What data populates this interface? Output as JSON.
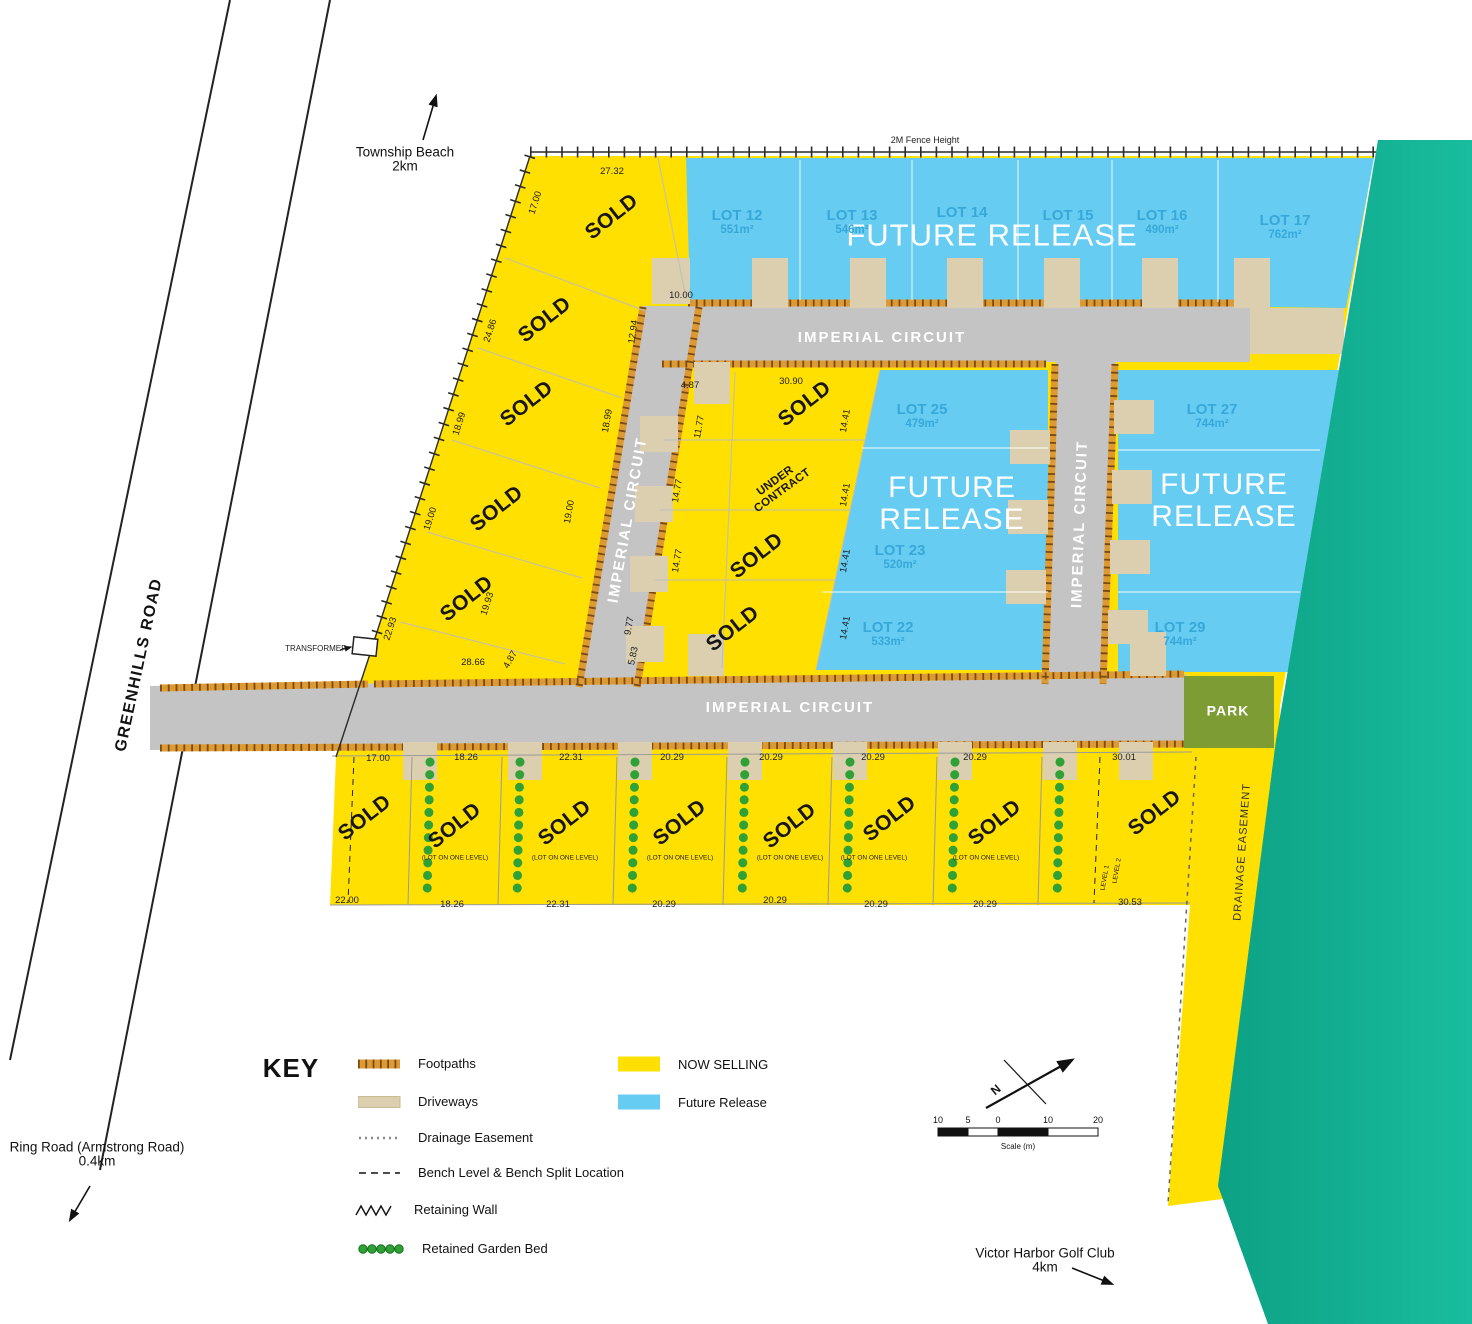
{
  "streets": {
    "imperial_circuit": "IMPERIAL CIRCUIT",
    "greenhills_road": "GREENHILLS ROAD"
  },
  "landmarks": {
    "township_beach": "Township Beach",
    "township_beach_distance": "2km",
    "ring_road": "Ring Road (Armstrong Road)",
    "ring_road_distance": "0.4km",
    "golf_club": "Victor Harbor Golf Club",
    "golf_club_distance": "4km",
    "park": "PARK"
  },
  "notes": {
    "fence": "2M Fence Height",
    "transformer": "TRANSFORMER",
    "drainage_easement": "DRAINAGE EASEMENT",
    "level_1": "LEVEL 1",
    "level_2": "LEVEL 2"
  },
  "status": {
    "sold": "SOLD",
    "under_contract_line1": "UNDER",
    "under_contract_line2": "CONTRACT",
    "future_release": "FUTURE RELEASE",
    "future": "FUTURE",
    "release": "RELEASE",
    "lot_on_one_level": "(LOT ON ONE LEVEL)"
  },
  "lots": [
    {
      "name": "LOT 12",
      "area": "551m²"
    },
    {
      "name": "LOT 13",
      "area": "546m²"
    },
    {
      "name": "LOT 14",
      "area": ""
    },
    {
      "name": "LOT 15",
      "area": ""
    },
    {
      "name": "LOT 16",
      "area": "490m²"
    },
    {
      "name": "LOT 17",
      "area": "762m²"
    },
    {
      "name": "LOT 25",
      "area": "479m²"
    },
    {
      "name": "LOT 23",
      "area": "520m²"
    },
    {
      "name": "LOT 22",
      "area": "533m²"
    },
    {
      "name": "LOT 27",
      "area": "744m²"
    },
    {
      "name": "LOT 29",
      "area": "744m²"
    }
  ],
  "dims": [
    "27.32",
    "17.00",
    "10.00",
    "24.86",
    "12.94",
    "18.99",
    "18.99",
    "4.87",
    "30.90",
    "11.77",
    "14.41",
    "19.00",
    "19.00",
    "14.77",
    "14.41",
    "14.77",
    "14.41",
    "19.93",
    "22.93",
    "9.77",
    "14.41",
    "28.66",
    "4.87",
    "5.83",
    "17.00",
    "18.26",
    "22.31",
    "20.29",
    "20.29",
    "20.29",
    "20.29",
    "30.01",
    "22.00",
    "18.26",
    "22.31",
    "20.29",
    "20.29",
    "20.29",
    "20.29",
    "30.53"
  ],
  "key": {
    "title": "KEY",
    "items": [
      {
        "label": "Footpaths"
      },
      {
        "label": "Driveways"
      },
      {
        "label": "Drainage Easement"
      },
      {
        "label": "Bench Level & Bench Split Location"
      },
      {
        "label": "Retaining Wall"
      },
      {
        "label": "Retained Garden Bed"
      },
      {
        "label": "NOW SELLING"
      },
      {
        "label": "Future Release"
      }
    ]
  },
  "scale": {
    "ticks": [
      "10",
      "5",
      "0",
      "10",
      "20"
    ],
    "caption": "Scale (m)"
  },
  "compass": {
    "north": "N"
  },
  "colors": {
    "now_selling": "#FFE000",
    "future_release": "#66CCF2",
    "road": "#C4C4C4",
    "footpath": "#DD9A33",
    "footpath_dash": "#7A4A10",
    "driveway": "#DCCFB0",
    "park": "#7D9C33",
    "golf_teal": "#12AD92",
    "garden_bed": "#2FA136",
    "lot_text": "#38A8D8"
  }
}
